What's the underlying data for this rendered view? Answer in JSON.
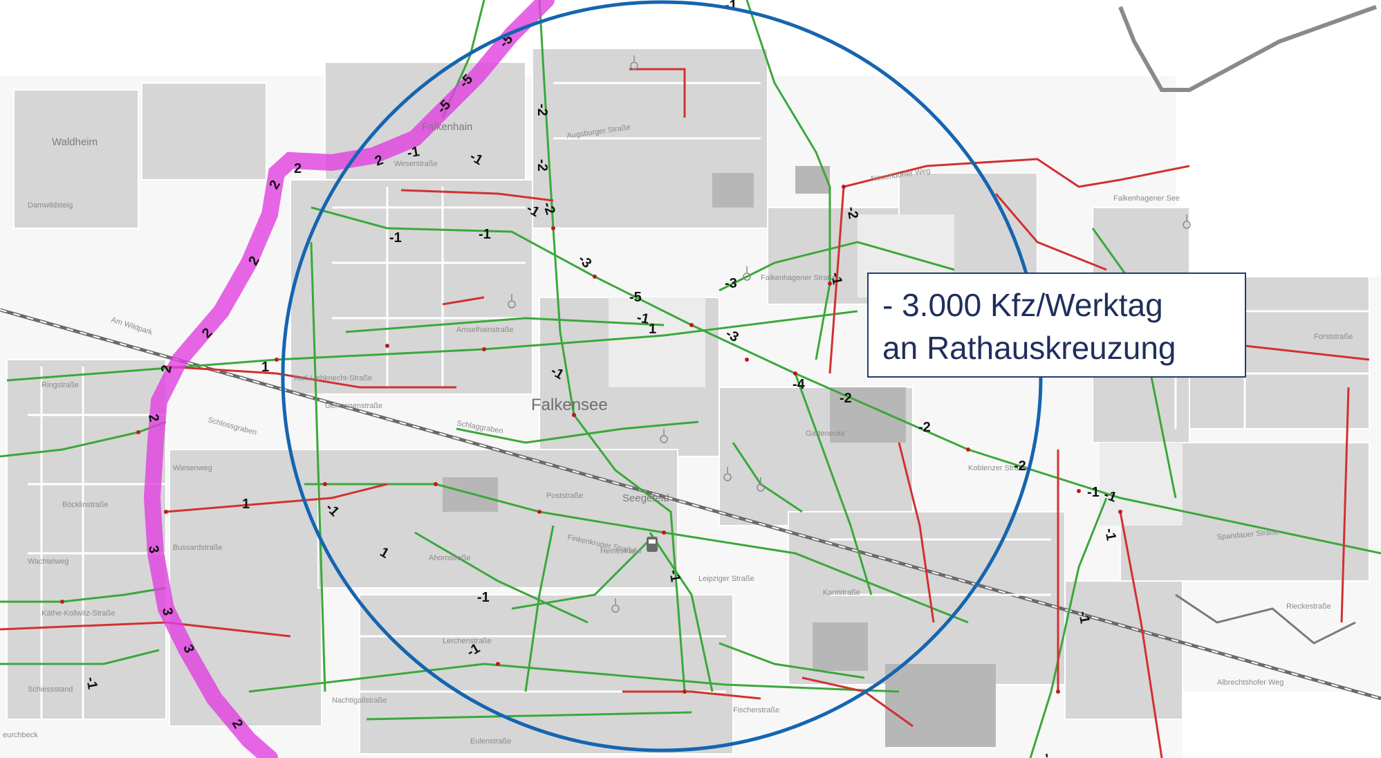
{
  "callout": {
    "line1": "- 3.000 Kfz/Werktag",
    "line2": "an Rathauskreuzung"
  },
  "places": {
    "falkensee": "Falkensee",
    "seegefeld": "Seegefeld",
    "falkenhain": "Falkenhain",
    "waldheim": "Waldheim",
    "falkenhagener_see": "Falkenhagener See",
    "eichbeck": "eurchbeck"
  },
  "streets": {
    "s1": "Am Wildpark",
    "s2": "Damwildsteig",
    "s3": "Weserstraße",
    "s4": "Augsburger Straße",
    "s5": "Karl-Liebknecht-Straße",
    "s6": "Germanenstraße",
    "s7": "Schlaggraben",
    "s8": "Amselhainstraße",
    "s9": "Finkenkruger Straße",
    "s10": "Heinestraße",
    "s11": "Poststraße",
    "s12": "Bussardstraße",
    "s13": "Wiesenweg",
    "s14": "Böcklinstraße",
    "s15": "Käthe-Kollwitz-Straße",
    "s16": "Nachtigallstraße",
    "s17": "Eulenstraße",
    "s18": "Fischerstraße",
    "s19": "Kantstraße",
    "s20": "Spandauer Straße",
    "s21": "Koblenzer Straße",
    "s22": "Falkenhagener Straße",
    "s23": "Neuendorfer Weg",
    "s24": "Albrechtshofer Weg",
    "s25": "Rieckestraße",
    "s26": "Leipziger Straße",
    "s27": "Gartenecke",
    "s28": "Ringstraße",
    "s29": "Schlossgraben",
    "s30": "Forststraße",
    "s31": "Schiessstand",
    "s32": "Wachtelweg",
    "s33": "Lerchenstraße",
    "s34": "Ahornstraße"
  },
  "numbers": [
    "-5",
    "-5",
    "-5",
    "-2",
    "-2",
    "-2",
    "-2",
    "-1",
    "-1",
    "-1",
    "-1",
    "-3",
    "-3",
    "-5",
    "-3",
    "-4",
    "-2",
    "-2",
    "-2",
    "-1",
    "-1",
    "-1",
    "-1",
    "-1",
    "-1",
    "-1",
    "-1",
    "1",
    "1",
    "1",
    "-1",
    "-1",
    "-1",
    "2",
    "2",
    "2",
    "2",
    "2",
    "2",
    "2",
    "3",
    "3",
    "3",
    "2",
    "1",
    "-1",
    "-1",
    "-1",
    "-1"
  ],
  "colors": {
    "b_road_pink": "#e040e0",
    "circle_blue": "#1565b0",
    "green_road": "#3aa83a",
    "red_road": "#d23030",
    "node_red": "#c01818"
  }
}
